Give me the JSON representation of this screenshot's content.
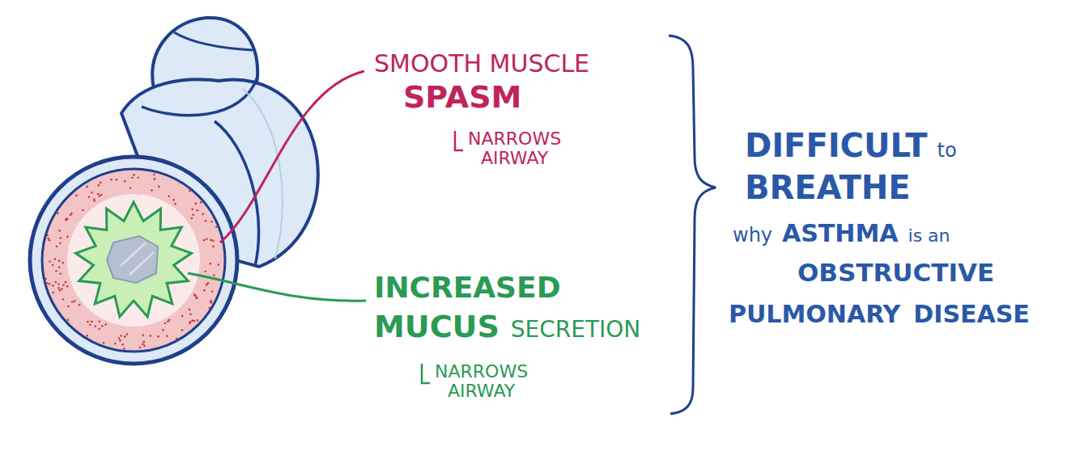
{
  "diagram": {
    "labels": [
      "SMOOTH MUSCLE",
      "SPASM",
      "NARROWS AIRWAY",
      "INCREASED",
      "MUCUS",
      "SECRETION",
      "NARROWS AIRWAY",
      "DIFFICULT",
      "to",
      "BREATHE",
      "why",
      "ASTHMA",
      "is an",
      "OBSTRUCTIVE",
      "PULMONARY",
      "DISEASE"
    ]
  }
}
